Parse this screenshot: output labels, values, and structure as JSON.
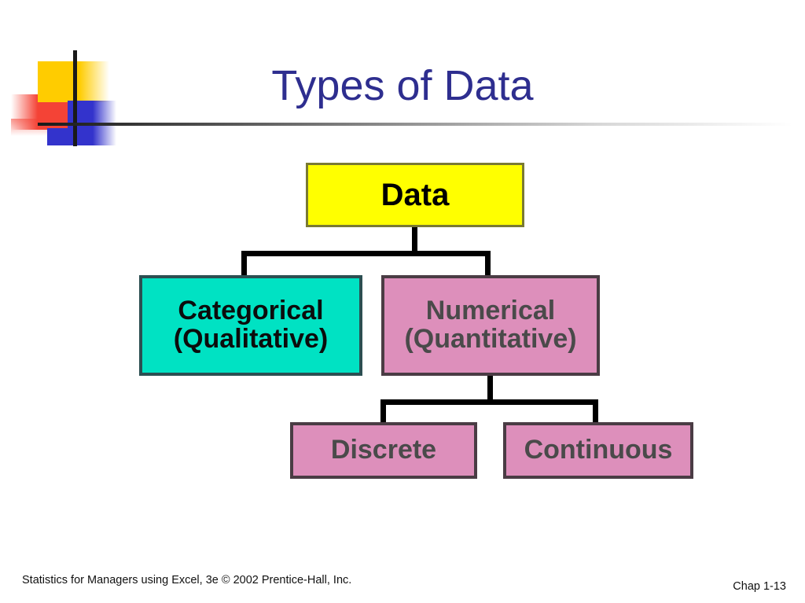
{
  "slide": {
    "title": "Types of Data",
    "title_color": "#2e2e8f",
    "background": "#ffffff"
  },
  "logo": {
    "name": "decorative-corner-mark",
    "yellow": "#ffcc00",
    "red": "#f44336",
    "blue": "#3333cc",
    "rule": "#1a1a1a"
  },
  "diagram": {
    "type": "tree",
    "root": {
      "label": "Data",
      "fill": "#ffff00",
      "border": "#7a7a33",
      "text_color": "#000000"
    },
    "children": [
      {
        "label_line1": "Categorical",
        "label_line2": "(Qualitative)",
        "fill": "#00e2c3",
        "border": "#2c4f52",
        "text_color": "#0c0c0c"
      },
      {
        "label_line1": "Numerical",
        "label_line2": "(Quantitative)",
        "fill": "#dd8fbb",
        "border": "#4a3c44",
        "text_color": "#4a4a4a"
      }
    ],
    "grandchildren": [
      {
        "label": "Discrete",
        "fill": "#dd8fbb",
        "border": "#4a3c44",
        "text_color": "#4a4a4a"
      },
      {
        "label": "Continuous",
        "fill": "#dd8fbb",
        "border": "#4a3c44",
        "text_color": "#4a4a4a"
      }
    ]
  },
  "footer": {
    "credit": "Statistics for Managers using Excel, 3e © 2002 Prentice-Hall, Inc.",
    "chapter": "Chap 1-13"
  }
}
